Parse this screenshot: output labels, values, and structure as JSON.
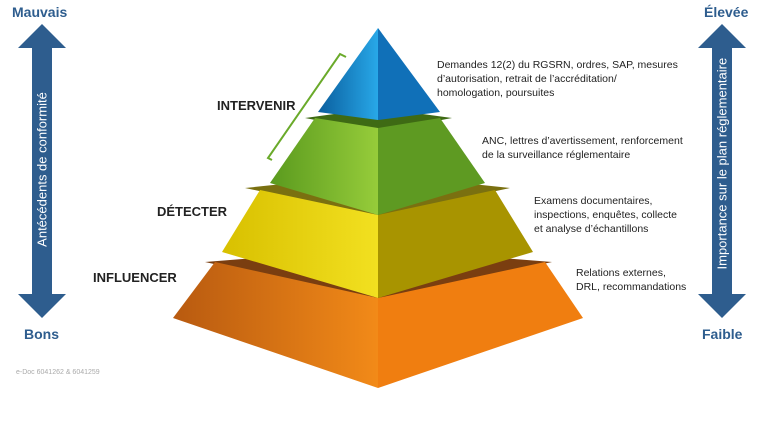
{
  "left_axis": {
    "top": "Mauvais",
    "bottom": "Bons",
    "label": "Antécédents de conformité"
  },
  "right_axis": {
    "top": "Élevée",
    "bottom": "Faible",
    "label": "Importance sur le plan réglementaire"
  },
  "levels": [
    {
      "label": "INTERVENIR",
      "description": [
        "Demandes 12(2) du RGSRN, ordres, SAP, mesures",
        "d’autorisation, retrait de l’accréditation/",
        "homologation, poursuites"
      ]
    },
    {
      "label": "",
      "description": [
        "ANC, lettres d’avertissement, renforcement",
        "de la surveillance réglementaire"
      ]
    },
    {
      "label": "DÉTECTER",
      "description": [
        "Examens documentaires,",
        "inspections, enquêtes, collecte",
        "et analyse d’échantillons"
      ]
    },
    {
      "label": "INFLUENCER",
      "description": [
        "Relations externes,",
        "DRL, recommandations"
      ]
    }
  ],
  "footnote": "e-Doc 6041262 & 6041259",
  "colors": {
    "arrow": "#2e5d8e",
    "blue": "#1e8fd6",
    "green": "#7ab82e",
    "yellow": "#e6cf00",
    "orange": "#ee7a10"
  }
}
